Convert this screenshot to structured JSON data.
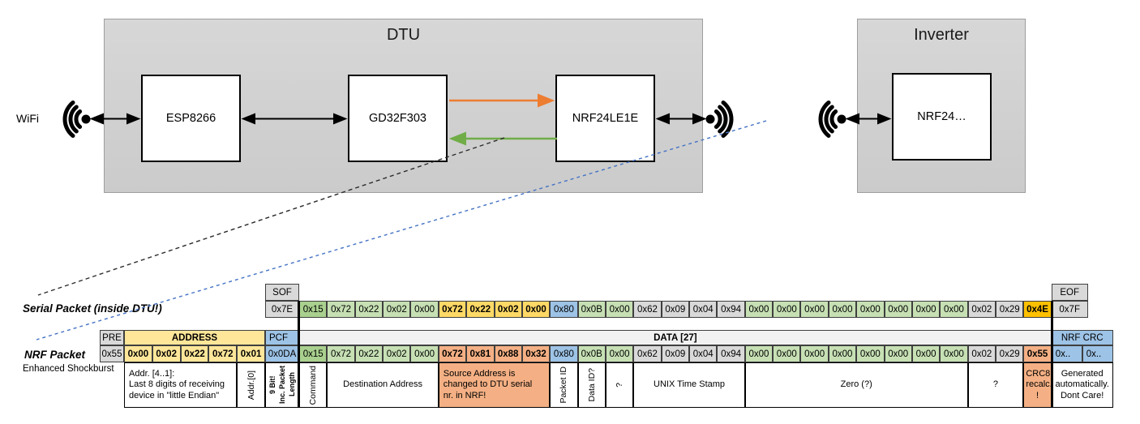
{
  "diagram": {
    "wifi_label": "WiFi",
    "dtu": {
      "title": "DTU",
      "modules": {
        "esp": "ESP8266",
        "gd": "GD32F303",
        "nrf": "NRF24LE1E"
      }
    },
    "inverter": {
      "title": "Inverter",
      "module": "NRF24…"
    }
  },
  "serial_packet": {
    "label": "Serial Packet (inside DTU!)",
    "sof_header": "SOF",
    "sof_value": "0x7E",
    "eof_header": "EOF",
    "eof_value": "0x7F",
    "bytes": [
      {
        "v": "0x15",
        "c": "g2"
      },
      {
        "v": "0x72",
        "c": "g"
      },
      {
        "v": "0x22",
        "c": "g"
      },
      {
        "v": "0x02",
        "c": "g"
      },
      {
        "v": "0x00",
        "c": "g"
      },
      {
        "v": "0x72",
        "c": "y"
      },
      {
        "v": "0x22",
        "c": "y"
      },
      {
        "v": "0x02",
        "c": "y"
      },
      {
        "v": "0x00",
        "c": "y"
      },
      {
        "v": "0x80",
        "c": "b"
      },
      {
        "v": "0x0B",
        "c": "g"
      },
      {
        "v": "0x00",
        "c": "g"
      },
      {
        "v": "0x62",
        "c": "gr"
      },
      {
        "v": "0x09",
        "c": "gr"
      },
      {
        "v": "0x04",
        "c": "gr"
      },
      {
        "v": "0x94",
        "c": "gr"
      },
      {
        "v": "0x00",
        "c": "g"
      },
      {
        "v": "0x00",
        "c": "g"
      },
      {
        "v": "0x00",
        "c": "g"
      },
      {
        "v": "0x00",
        "c": "g"
      },
      {
        "v": "0x00",
        "c": "g"
      },
      {
        "v": "0x00",
        "c": "g"
      },
      {
        "v": "0x00",
        "c": "g"
      },
      {
        "v": "0x00",
        "c": "g"
      },
      {
        "v": "0x02",
        "c": "gr"
      },
      {
        "v": "0x29",
        "c": "gr"
      },
      {
        "v": "0x4E",
        "c": "o"
      }
    ]
  },
  "nrf_packet": {
    "label": "NRF Packet",
    "sublabel": "Enhanced Shockburst",
    "pre_header": "PRE",
    "pre_value": "0x55",
    "address_header": "ADDRESS",
    "address_bytes": [
      "0x00",
      "0x02",
      "0x22",
      "0x72",
      "0x01"
    ],
    "pcf_header": "PCF",
    "pcf_value": "0x0DA",
    "data_header": "DATA [27]",
    "bytes": [
      {
        "v": "0x15",
        "c": "g2"
      },
      {
        "v": "0x72",
        "c": "g"
      },
      {
        "v": "0x22",
        "c": "g"
      },
      {
        "v": "0x02",
        "c": "g"
      },
      {
        "v": "0x00",
        "c": "g"
      },
      {
        "v": "0x72",
        "c": "s"
      },
      {
        "v": "0x81",
        "c": "s"
      },
      {
        "v": "0x88",
        "c": "s"
      },
      {
        "v": "0x32",
        "c": "s"
      },
      {
        "v": "0x80",
        "c": "b"
      },
      {
        "v": "0x0B",
        "c": "g"
      },
      {
        "v": "0x00",
        "c": "g"
      },
      {
        "v": "0x62",
        "c": "gr"
      },
      {
        "v": "0x09",
        "c": "gr"
      },
      {
        "v": "0x04",
        "c": "gr"
      },
      {
        "v": "0x94",
        "c": "gr"
      },
      {
        "v": "0x00",
        "c": "g"
      },
      {
        "v": "0x00",
        "c": "g"
      },
      {
        "v": "0x00",
        "c": "g"
      },
      {
        "v": "0x00",
        "c": "g"
      },
      {
        "v": "0x00",
        "c": "g"
      },
      {
        "v": "0x00",
        "c": "g"
      },
      {
        "v": "0x00",
        "c": "g"
      },
      {
        "v": "0x00",
        "c": "g"
      },
      {
        "v": "0x02",
        "c": "gr"
      },
      {
        "v": "0x29",
        "c": "gr"
      },
      {
        "v": "0x55",
        "c": "s"
      }
    ],
    "crc_header": "NRF CRC",
    "crc_values": [
      "0x..",
      "0x.."
    ]
  },
  "annotations": [
    {
      "text": "Addr. [4..1]:\nLast 8 digits of receiving\ndevice in \"little Endian\"",
      "col": 2,
      "span": 4,
      "align": "left"
    },
    {
      "text": "Addr.[0]",
      "col": 6,
      "span": 1,
      "vertical": true
    },
    {
      "text": "9 Bit!\nInc. Packet\nLength",
      "col": 7,
      "span": 1,
      "vertical": true,
      "small": true
    },
    {
      "text": "Command",
      "col": 8,
      "span": 1,
      "vertical": true
    },
    {
      "text": "Destination Address",
      "col": 9,
      "span": 4
    },
    {
      "text": "Source Address is\nchanged to DTU serial\nnr. in NRF!",
      "col": 13,
      "span": 4,
      "salmon": true,
      "align": "left"
    },
    {
      "text": "Packet ID",
      "col": 17,
      "span": 1,
      "vertical": true
    },
    {
      "text": "Data ID?",
      "col": 18,
      "span": 1,
      "vertical": true
    },
    {
      "text": "?",
      "col": 19,
      "span": 1,
      "vertical": true
    },
    {
      "text": "UNIX Time Stamp",
      "col": 20,
      "span": 4
    },
    {
      "text": "Zero (?)",
      "col": 24,
      "span": 8
    },
    {
      "text": "?",
      "col": 32,
      "span": 2
    },
    {
      "text": "CRC8\nrecalc.\n!",
      "col": 34,
      "span": 1,
      "salmon": true
    },
    {
      "text": "Generated\nautomatically.\nDont Care!",
      "col": 35,
      "span": 2
    }
  ],
  "colors": {
    "green_dark": "#A9D08E",
    "green_light": "#C6E0B4",
    "gold": "#FFD966",
    "amber": "#FFC000",
    "blue": "#9DC3E6",
    "yellow_header": "#FFE699",
    "gray": "#D9D9D9",
    "salmon": "#F4B084",
    "dashed_blue": "#4472C4",
    "arrow_orange": "#ED7D31",
    "arrow_green": "#70AD47"
  }
}
